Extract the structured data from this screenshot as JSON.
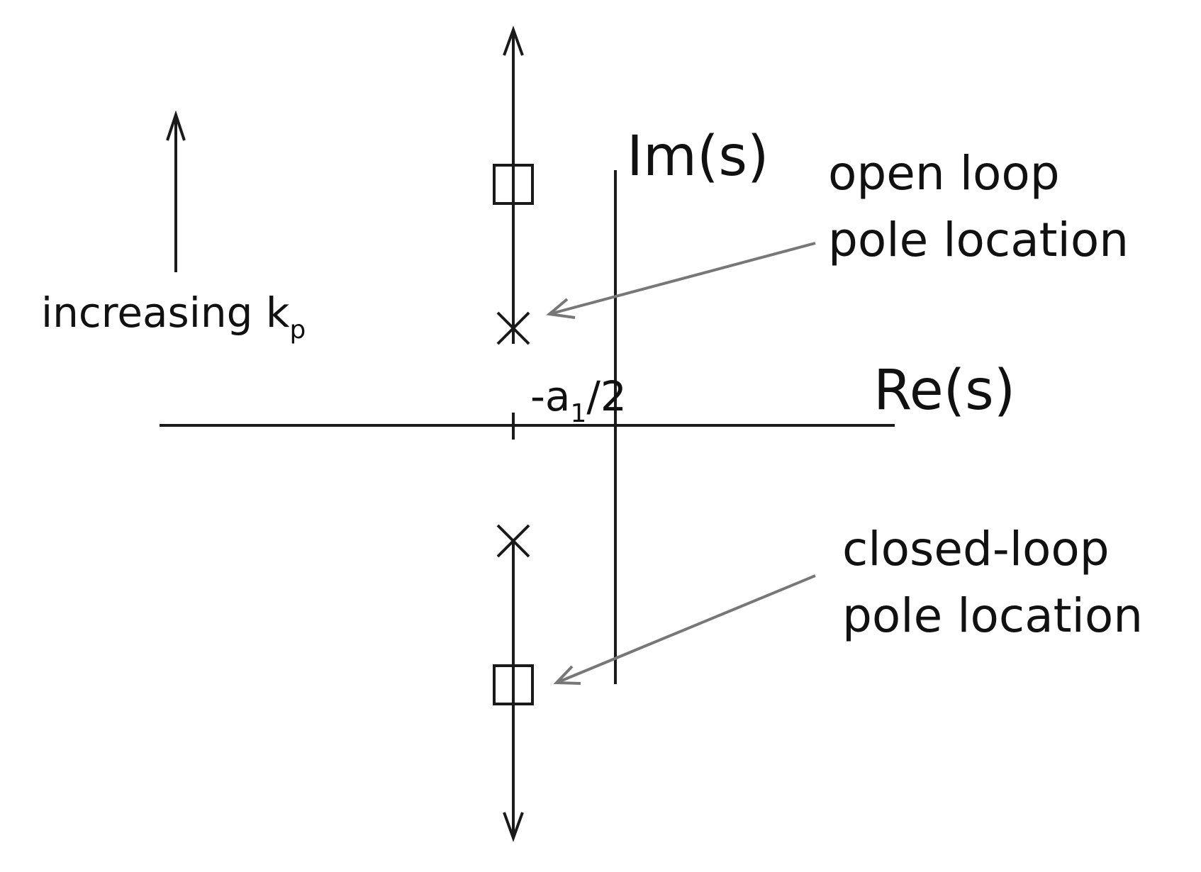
{
  "axes": {
    "real_label": "Re(s)",
    "imag_label": "Im(s)"
  },
  "real_axis_tick": {
    "prefix": "-a",
    "subscript": "1",
    "suffix": "/2"
  },
  "gain_indicator": {
    "text": "increasing k",
    "subscript": "p"
  },
  "annotations": {
    "open_loop": {
      "line1": "open loop",
      "line2": "pole location"
    },
    "closed_loop": {
      "line1": "closed-loop",
      "line2": "pole location"
    }
  },
  "colors": {
    "lines": "#1a1a1a",
    "pointers": "#777777"
  }
}
